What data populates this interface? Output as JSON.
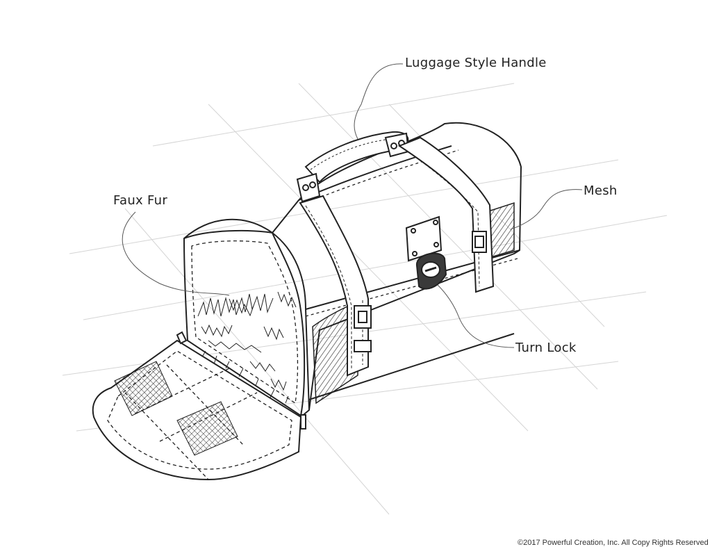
{
  "callouts": {
    "handle": "Luggage Style Handle",
    "fur": "Faux Fur",
    "mesh": "Mesh",
    "lock": "Turn Lock"
  },
  "footer": {
    "copyright": "©2017 Powerful Creation, Inc. All Copy Rights Reserved"
  },
  "colors": {
    "ink": "#222222",
    "guide": "#cfcfcf",
    "paper": "#ffffff"
  }
}
